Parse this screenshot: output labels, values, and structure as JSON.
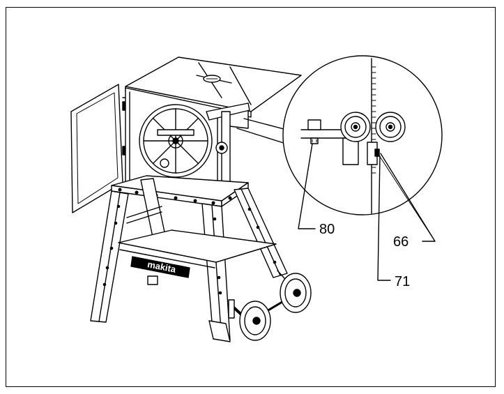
{
  "figure": {
    "brand_plate": "makita",
    "callouts": {
      "part_80": "80",
      "part_66": "66",
      "part_71": "71"
    },
    "colors": {
      "line": "#000000",
      "background": "#ffffff"
    }
  }
}
